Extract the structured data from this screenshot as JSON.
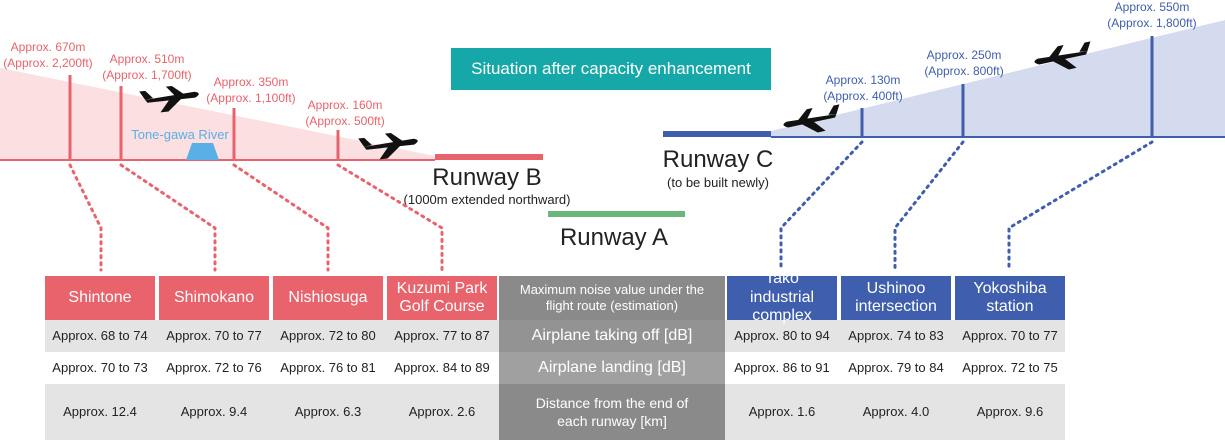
{
  "banner": "Situation after capacity enhancement",
  "runways": {
    "b_name": "Runway B",
    "b_note": "(1000m extended northward)",
    "a_name": "Runway A",
    "c_name": "Runway C",
    "c_note": "(to be built newly)"
  },
  "river": "Tone-gawa River",
  "altitudes_west": [
    {
      "m": "Approx. 670m",
      "ft": "(Approx. 2,200ft)"
    },
    {
      "m": "Approx. 510m",
      "ft": "(Approx. 1,700ft)"
    },
    {
      "m": "Approx. 350m",
      "ft": "(Approx. 1,100ft)"
    },
    {
      "m": "Approx. 160m",
      "ft": "(Approx. 500ft)"
    }
  ],
  "altitudes_east": [
    {
      "m": "Approx. 130m",
      "ft": "(Approx. 400ft)"
    },
    {
      "m": "Approx. 250m",
      "ft": "(Approx. 800ft)"
    },
    {
      "m": "Approx. 550m",
      "ft": "(Approx. 1,800ft)"
    }
  ],
  "table": {
    "header_middle": "Maximum noise value under the flight route (estimation)",
    "row_labels": [
      "Airplane taking off [dB]",
      "Airplane landing [dB]",
      "Distance from the end of each runway [km]"
    ],
    "west": [
      {
        "name": "Shintone",
        "takeoff": "Approx. 68 to 74",
        "landing": "Approx. 70 to 73",
        "distance": "Approx. 12.4"
      },
      {
        "name": "Shimokano",
        "takeoff": "Approx. 70 to 77",
        "landing": "Approx. 72 to 76",
        "distance": "Approx. 9.4"
      },
      {
        "name": "Nishiosuga",
        "takeoff": "Approx. 72 to 80",
        "landing": "Approx. 76 to 81",
        "distance": "Approx. 6.3"
      },
      {
        "name": "Kuzumi Park Golf Course",
        "takeoff": "Approx. 77 to 87",
        "landing": "Approx. 84 to 89",
        "distance": "Approx. 2.6"
      }
    ],
    "east": [
      {
        "name": "Tako industrial complex",
        "takeoff": "Approx. 80 to 94",
        "landing": "Approx. 86 to 91",
        "distance": "Approx. 1.6"
      },
      {
        "name": "Ushinoo intersection",
        "takeoff": "Approx. 74 to 83",
        "landing": "Approx. 79 to 84",
        "distance": "Approx. 4.0"
      },
      {
        "name": "Yokoshiba station",
        "takeoff": "Approx. 70 to 77",
        "landing": "Approx. 72 to 75",
        "distance": "Approx. 9.6"
      }
    ]
  },
  "colors": {
    "west": "#e8636c",
    "east": "#3f5eae",
    "runway_a": "#6bb77b",
    "banner": "#16a8a8"
  }
}
